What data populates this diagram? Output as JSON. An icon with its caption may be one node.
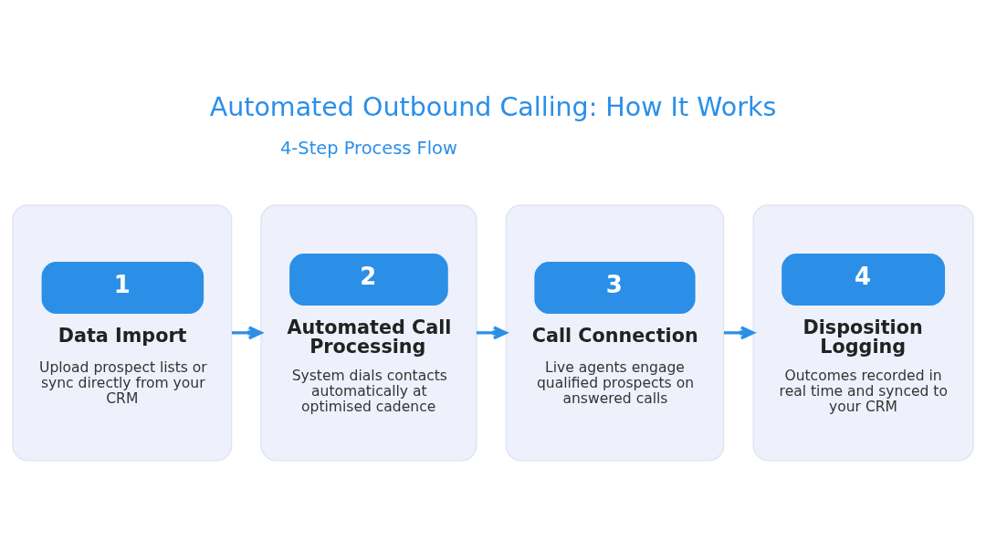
{
  "diagram": {
    "title": "Automated Outbound Calling: How It Works",
    "nodes": [
      {
        "text": [
          "1",
          "Data Import",
          "Upload prospect lists or sync directly from your CRM"
        ]
      },
      {
        "text": [
          "2",
          "Automated Call Processing",
          "System dials contacts automatically at optimised cadence"
        ]
      },
      {
        "text": [
          "3",
          "Call Connection",
          "Live agents engage qualified prospects on answered calls"
        ]
      },
      {
        "text": [
          "4",
          "Disposition Logging",
          "Outcomes recorded in real time and synced to your CRM"
        ]
      }
    ],
    "edges": [
      {
        "from": 0,
        "to": 1,
        "arrow": "to"
      },
      {
        "from": 1,
        "to": 2,
        "arrow": "to"
      },
      {
        "from": 2,
        "to": 3,
        "arrow": "to"
      }
    ],
    "labels": [
      "4-Step Process Flow"
    ]
  }
}
